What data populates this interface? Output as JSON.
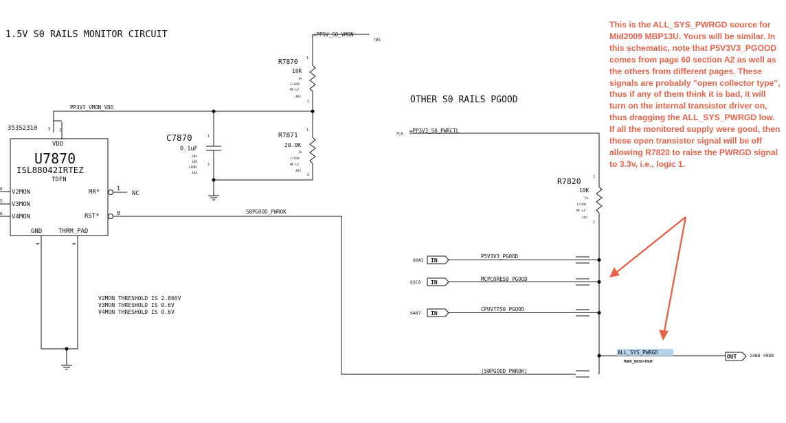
{
  "title": "1.5V S0 RAILS MONITOR CIRCUIT",
  "other_title": "OTHER S0 RAILS PGOOD",
  "annotation": "This is the ALL_SYS_PWRGD source for Mid2009 MBP13U. Yours will be similar. In this schematic, note that P5V3V3_PGOOD comes from page 60 section A2 as well as the others from different pages.  These signals are probably \"open collector type\", thus if any of them think it is bad, it will turn on the internal transistor driver on, thus dragging the ALL_SYS_PWRGD low.  If all the monitored supply were good, then these open transistor signal will be off allowing R7820 to raise the PWRGD signal to 3.3v, i.e., logic 1.",
  "colors": {
    "annotation": "#e8624a",
    "highlight": "#b5d3ea",
    "wire": "#111111"
  },
  "nets": {
    "pp5v": "=PP5V_S0_VMON",
    "pp5v_ref": "7D5",
    "pp3v3_vmon": "PP3V3_VMON_VDD",
    "pp3v3_pwrctl": "=PP3V3_S0_PWRCTL",
    "pp3v3_pwrctl_ref": "7C5",
    "s0pgood": "S0PGOOD_PWROK",
    "s0pgood_bottom": "(S0PGOOD_PWROK)",
    "all_sys_pwrgd": "ALL_SYS_PWRGD",
    "make_base": "MAKE_BASE=TRUE"
  },
  "u7870": {
    "ref": "U7870",
    "part": "ISL88042IRTEZ",
    "pkg": "TDFN",
    "partnum": "353S2310",
    "pins": {
      "vdd": "VDD",
      "v2mon": "V2MON",
      "v3mon": "V3MON",
      "v4mon": "V4MON",
      "mr": "MR*",
      "rst": "RST*",
      "gnd": "GND",
      "thrm": "THRM_PAD"
    },
    "pin_numbers": {
      "p3": "3",
      "p7": "7",
      "p1": "1",
      "p8": "8",
      "p4": "4",
      "p9": "9",
      "p5": "5",
      "p6": "6",
      "p8l": "8"
    },
    "nc": "NC"
  },
  "r7870": {
    "ref": "R7870",
    "value": "10K",
    "tol": "1%",
    "power": "1/16W",
    "type": "MF-LF",
    "size": "402",
    "pin1": "1",
    "pin2": "2"
  },
  "r7871": {
    "ref": "R7871",
    "value": "20.0K",
    "tol": "1%",
    "power": "1/16W",
    "type": "MF-LF",
    "size": "402",
    "pin1": "1",
    "pin2": "2"
  },
  "c7870": {
    "ref": "C7870",
    "value": "0.1uF",
    "tol": "20%",
    "voltage": "10V",
    "type": "CERM",
    "size": "402",
    "pin1": "1",
    "pin2": "2"
  },
  "r7820": {
    "ref": "R7820",
    "value": "10K",
    "tol": "5%",
    "power": "1/16W",
    "type": "MF-LF",
    "size": "402",
    "pin1": "1",
    "pin2": "2"
  },
  "thresholds": [
    "V2MON THRESHOLD IS 2.866V",
    "V3MON THRESHOLD IS 0.6V",
    "V4MON THRESHOLD IS 0.6V"
  ],
  "inputs": [
    {
      "ref": "60A2",
      "port": "IN",
      "net": "P5V3V3_PGOOD"
    },
    {
      "ref": "63C6",
      "port": "IN",
      "net": "MCPCORES0_PGOOD"
    },
    {
      "ref": "64B7",
      "port": "IN",
      "net": "CPUVTTS0_PGOOD"
    }
  ],
  "output": {
    "port": "OUT",
    "refs": "24B8  40D8"
  }
}
